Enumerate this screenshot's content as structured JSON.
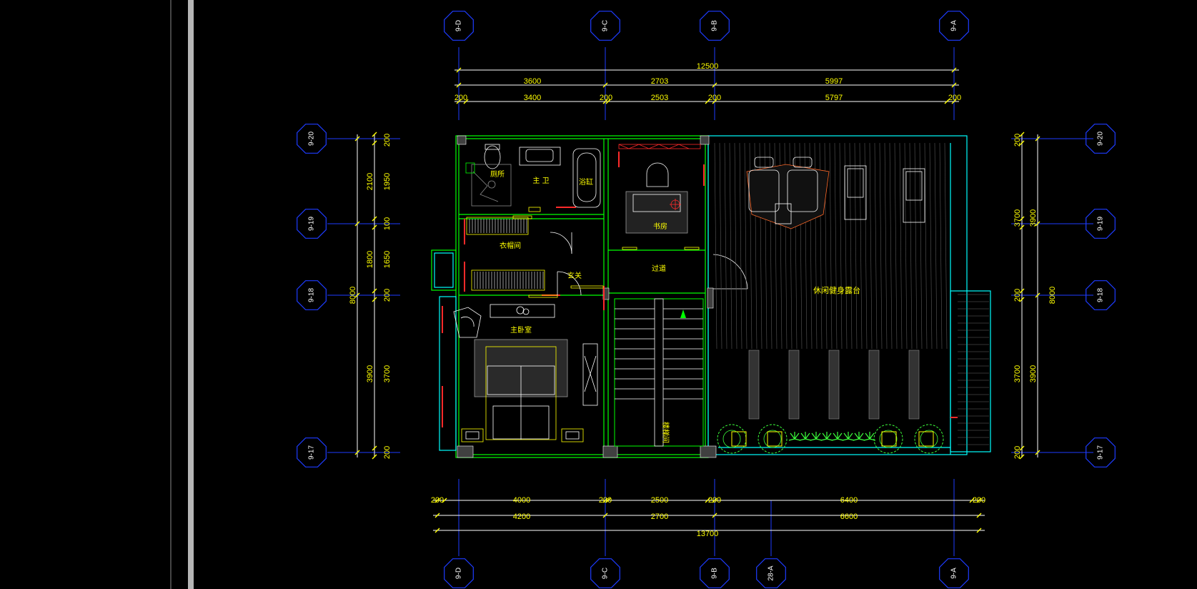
{
  "colors": {
    "background": "#000000",
    "dimension": "#ffff00",
    "dim_line": "#ffffff",
    "grid": "#1e3cff",
    "wall": "#00ff00",
    "wall_cyan": "#00ffff",
    "furniture": "#ffffff",
    "accent_red": "#ff2a2a",
    "deck_hatch": "#6a6a6a",
    "plant": "#3cff3c",
    "door": "#ffffff"
  },
  "grid_bubbles": {
    "top": [
      "9-D",
      "9-C",
      "9-B",
      "9-A"
    ],
    "bottom": [
      "9-D",
      "9-C",
      "9-B",
      "28-A",
      "9-A"
    ],
    "left": [
      "9-20",
      "9-19",
      "9-18",
      "9-17"
    ],
    "right": [
      "9-20",
      "9-19",
      "9-18",
      "9-17"
    ]
  },
  "dimensions": {
    "top_total": "12500",
    "top_row1": [
      "3600",
      "2703",
      "5997"
    ],
    "top_row2": [
      "200",
      "3400",
      "200",
      "2503",
      "200",
      "5797",
      "200"
    ],
    "bottom_row1": [
      "200",
      "4000",
      "200",
      "2500",
      "200",
      "6400",
      "200"
    ],
    "bottom_row2": [
      "4200",
      "2700",
      "6600"
    ],
    "bottom_total": "13700",
    "left_outer": [
      "2100",
      "1800",
      "3900"
    ],
    "left_total": "8000",
    "left_inner": [
      "200",
      "1950",
      "100",
      "1650",
      "200",
      "3700",
      "200"
    ],
    "right_inner": [
      "200",
      "3700",
      "200",
      "3700",
      "200"
    ],
    "right_outer": [
      "3900",
      "3900"
    ],
    "right_total": "8000"
  },
  "rooms": {
    "toilet": "厕所",
    "master_bath": "主 卫",
    "bath": "浴缸",
    "study": "书房",
    "closet": "衣帽间",
    "foyer": "玄关",
    "corridor": "过道",
    "master_bedroom": "主卧室",
    "stair": "楼梯间",
    "terrace": "休闲健身露台"
  }
}
